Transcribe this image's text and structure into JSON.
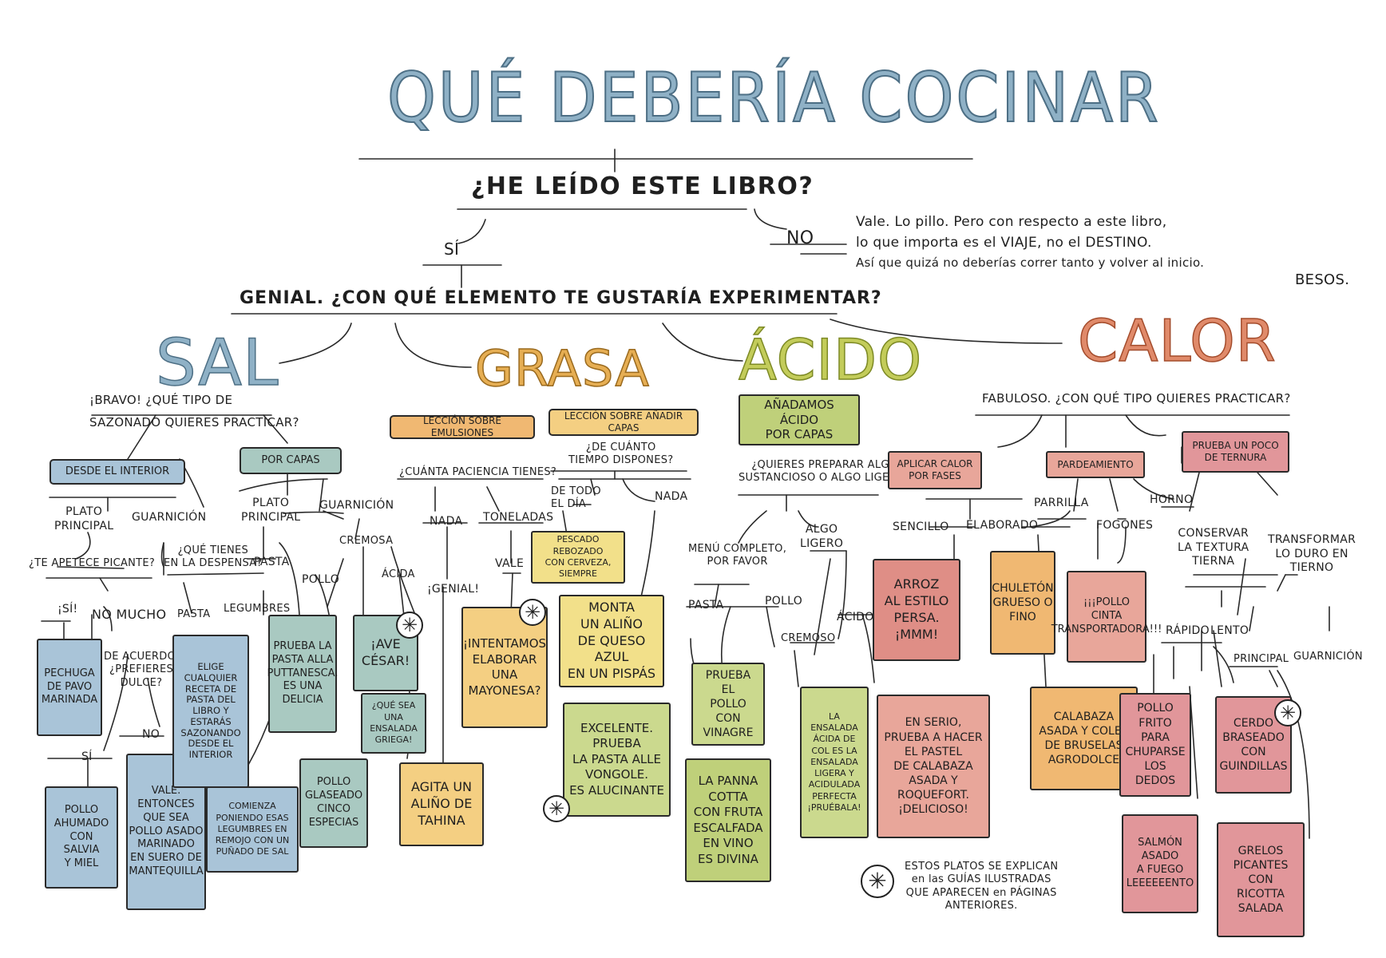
{
  "title": "QUÉ DEBERÍA COCINAR",
  "q_read": "¿HE LEÍDO ESTE LIBRO?",
  "si": "SÍ",
  "no": "NO",
  "no_note": {
    "line1": "Vale. Lo pillo. Pero con respecto a este libro,",
    "line2": "lo que importa es el VIAJE, no el DESTINO.",
    "line3": "Así que quizá no deberías correr tanto y volver al inicio."
  },
  "besos": "BESOS.",
  "q_element": "GENIAL. ¿CON QUÉ ELEMENTO TE GUSTARÍA EXPERIMENTAR?",
  "elements": {
    "sal": {
      "label": "SAL",
      "color": "#8fb1c6"
    },
    "grasa": {
      "label": "GRASA",
      "color": "#e6ae53"
    },
    "acido": {
      "label": "ÁCIDO",
      "color": "#c3cc5a"
    },
    "calor": {
      "label": "CALOR",
      "color": "#e08a6a"
    }
  },
  "sal": {
    "q1": "¡BRAVO! ¿QUÉ TIPO de",
    "q2": "SAZONADO QUIERES PRACTICAR?",
    "interior": "DESDE EL INTERIOR",
    "capas": "POR CAPAS",
    "plato_principal_1": "PLATO\nPRINCIPAL",
    "guarnicion_1": "GUARNICIÓN",
    "picante_q": "¿TE APETECE PICANTE?",
    "si_pic": "¡SÍ!",
    "no_mucho": "NO MUCHO",
    "pechuga": "PECHUGA\nDE PAVO\nMARINADA",
    "dulce_q": "DE ACUERDO.\n¿PREFIERES\nDULCE?",
    "si2": "SÍ",
    "no2": "NO",
    "pollo_ahumado": "POLLO\nAHUMADO\nCON SALVIA\nY MIEL",
    "vale_entonces": "VALE.\nENTONCES\nQUE SEA\nPOLLO ASADO\nMARINADO\nEN SUERO DE\nMANTEQUILLA",
    "despensa_q": "¿QUÉ TIENES\nEN LA DESPENSA?",
    "pasta": "PASTA",
    "legumbres": "LEGUMBRES",
    "elige": "ELIGE\nCUALQUIER\nRECETA DE\nPASTA DEL\nLIBRO Y\nESTARÁS\nSAZONANDO\nDESDE EL\nINTERIOR",
    "comienza": "COMIENZA\nPONIENDO ESAS\nLEGUMBRES EN\nREMOJO CON UN\nPUÑADO DE SAL",
    "plato_principal_2": "PLATO\nPRINCIPAL",
    "guarnicion_2": "GUARNICIÓN",
    "pasta2": "PASTA",
    "pollo": "POLLO",
    "cremosa": "CREMOSA",
    "acida": "ÁCIDA",
    "puttanesca": "PRUEBA LA\nPASTA ALLA\nPUTTANESCA.\nES UNA\nDELICIA",
    "pollo_glaseado": "POLLO\nGLASEADO\nCINCO\nESPECIAS",
    "ave_cesar": "¡AVE\nCÉSAR!",
    "griega": "¿QUÉ SEA UNA\nENSALADA\nGRIEGA!"
  },
  "grasa": {
    "emulsiones": "LECCIÓN SOBRE EMULSIONES",
    "anadir_capas": "LECCIÓN SOBRE AÑADIR CAPAS",
    "paciencia_q": "¿CUÁNTA PACIENCIA TIENES?",
    "nada": "NADA",
    "toneladas": "TONELADAS",
    "genial": "¡GENIAL!",
    "vale": "VALE",
    "tahina": "AGITA UN\nALIÑO DE\nTAHINA",
    "mayonesa": "¡INTENTAMOS\nELABORAR\nUNA\nMAYONESA?",
    "tiempo_q": "¿DE CUÁNTO\nTIEMPO DISPONES?",
    "todo_el_dia": "DE TODO\nEL DÍA",
    "nada2": "NADA",
    "pescado": "PESCADO REBOZADO\nCON CERVEZA,\nSIEMPRE",
    "queso_azul": "MONTA\nUN ALIÑO\nDE QUESO AZUL\nEN UN PISPÁS"
  },
  "acido": {
    "capas": "AÑADAMOS ÁCIDO\nPOR CAPAS",
    "q": "¿QUIERES PREPARAR ALGO\nSUSTANCIOSO O ALGO LIGERO?",
    "menu": "MENÚ COMPLETO,\nPOR FAVOR",
    "ligero": "ALGO\nLIGERO",
    "pasta": "PASTA",
    "pollo": "POLLO",
    "cremoso": "CREMOSO",
    "acido": "ÁCIDO",
    "vongole": "EXCELENTE.\nPRUEBA\nLA PASTA ALLE\nVONGOLE.\nES ALUCINANTE",
    "vinagre": "PRUEBA EL\nPOLLO CON\nVINAGRE",
    "panna": "LA PANNA\nCOTTA\nCON FRUTA\nESCALFADA\nEN VINO\nES DIVINA",
    "ensalada_col": "LA ENSALADA\nÁCIDA DE\nCOL ES LA\nENSALADA\nLIGERA Y\nACIDULADA\nPERFECTA\n¡PRUÉBALA!"
  },
  "calor": {
    "q": "FABULOSO. ¿CON QUÉ TIPO QUIERES PRACTICAR?",
    "fases": "APLICAR CALOR\nPOR FASES",
    "pardeamiento": "PARDEAMIENTO",
    "ternura": "PRUEBA UN POCO\nDE TERNURA",
    "sencillo": "SENCILLO",
    "elaborado": "ELABORADO",
    "parrilla": "PARRILLA",
    "fogones": "FOGONES",
    "horno": "HORNO",
    "conservar": "CONSERVAR\nLA TEXTURA\nTIERNA",
    "transformar": "TRANSFORMAR\nLO DURO EN\nTIERNO",
    "rapido": "RÁPIDO",
    "lento": "LENTO",
    "principal": "PRINCIPAL",
    "guarnicion": "GUARNICIÓN",
    "arroz": "ARROZ\nAL ESTILO\nPERSA.\n¡MMM!",
    "pastel": "EN SERIO,\nPRUEBA A HACER\nEL PASTEL\nDE CALABAZA\nASADA Y\nROQUEFORT.\n¡DELICIOSO!",
    "chuleton": "CHULETÓN\nGRUESO O\nFINO",
    "pollo_cinta": "¡¡¡POLLO\nCINTA\nTRANSPORTADORA!!!",
    "calabaza": "CALABAZA\nASADA Y COLES\nDE BRUSELAS\nAGRODOLCE",
    "pollo_frito": "POLLO\nFRITO\nPARA\nCHUPARSE\nLOS DEDOS",
    "salmon": "SALMÓN\nASADO\nA FUEGO\nLEEEEEENTO",
    "cerdo": "CERDO\nBRASEADO\nCON\nGUINDILLAS",
    "grelos": "GRELOS\nPICANTES\nCON RICOTTA\nSALADA"
  },
  "footnote": "ESTOS PLATOS SE EXPLICAN\nen las GUÍAS ILUSTRADAS\nQUE APARECEN en PÁGINAS\nANTERIORES.",
  "star_symbol": "✳"
}
